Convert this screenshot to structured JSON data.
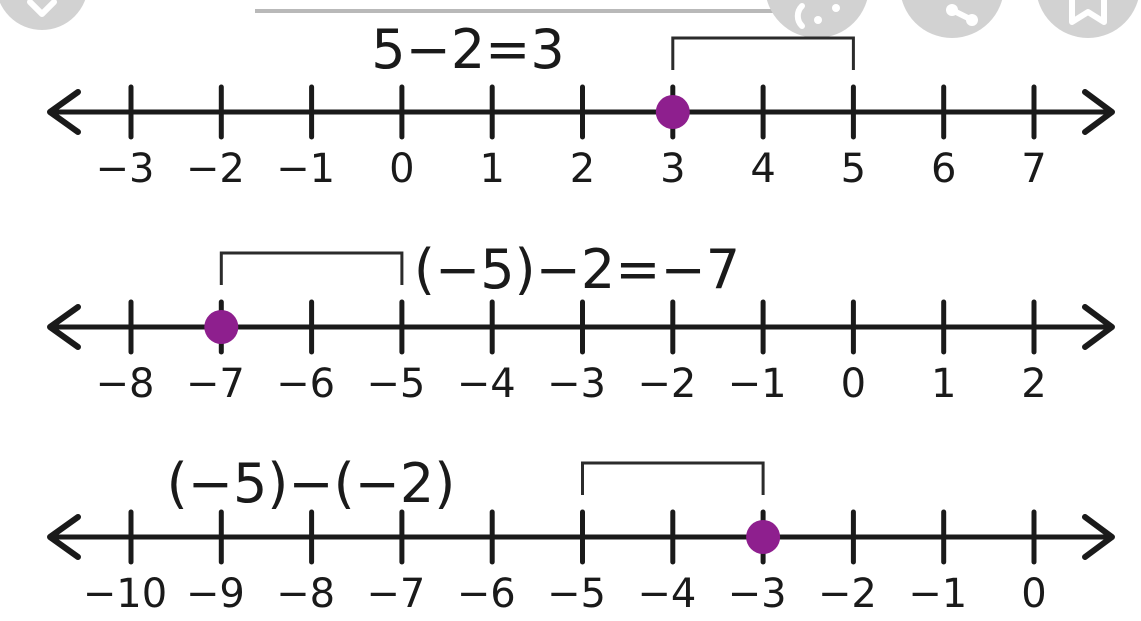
{
  "colors": {
    "ink": "#1a1a1a",
    "point": "#8e1f8e",
    "overlay_button": "#d2d2d2"
  },
  "overlay_buttons": [
    {
      "icon": "close-icon"
    },
    {
      "icon": "lens-icon"
    },
    {
      "icon": "share-icon"
    },
    {
      "icon": "bookmark-icon"
    }
  ],
  "number_lines": [
    {
      "equation": "5−2=3",
      "ticks": [
        "−3",
        "−2",
        "−1",
        "0",
        "1",
        "2",
        "3",
        "4",
        "5",
        "6",
        "7"
      ],
      "bracket_from": "3",
      "bracket_to": "5",
      "point": "3"
    },
    {
      "equation": "(−5)−2=−7",
      "ticks": [
        "−8",
        "−7",
        "−6",
        "−5",
        "−4",
        "−3",
        "−2",
        "−1",
        "0",
        "1",
        "2"
      ],
      "bracket_from": "−7",
      "bracket_to": "−5",
      "point": "−7"
    },
    {
      "equation": "(−5)−(−2)",
      "ticks": [
        "−10",
        "−9",
        "−8",
        "−7",
        "−6",
        "−5",
        "−4",
        "−3",
        "−2",
        "−1",
        "0"
      ],
      "bracket_from": "−5",
      "bracket_to": "−3",
      "point": "−3"
    }
  ]
}
